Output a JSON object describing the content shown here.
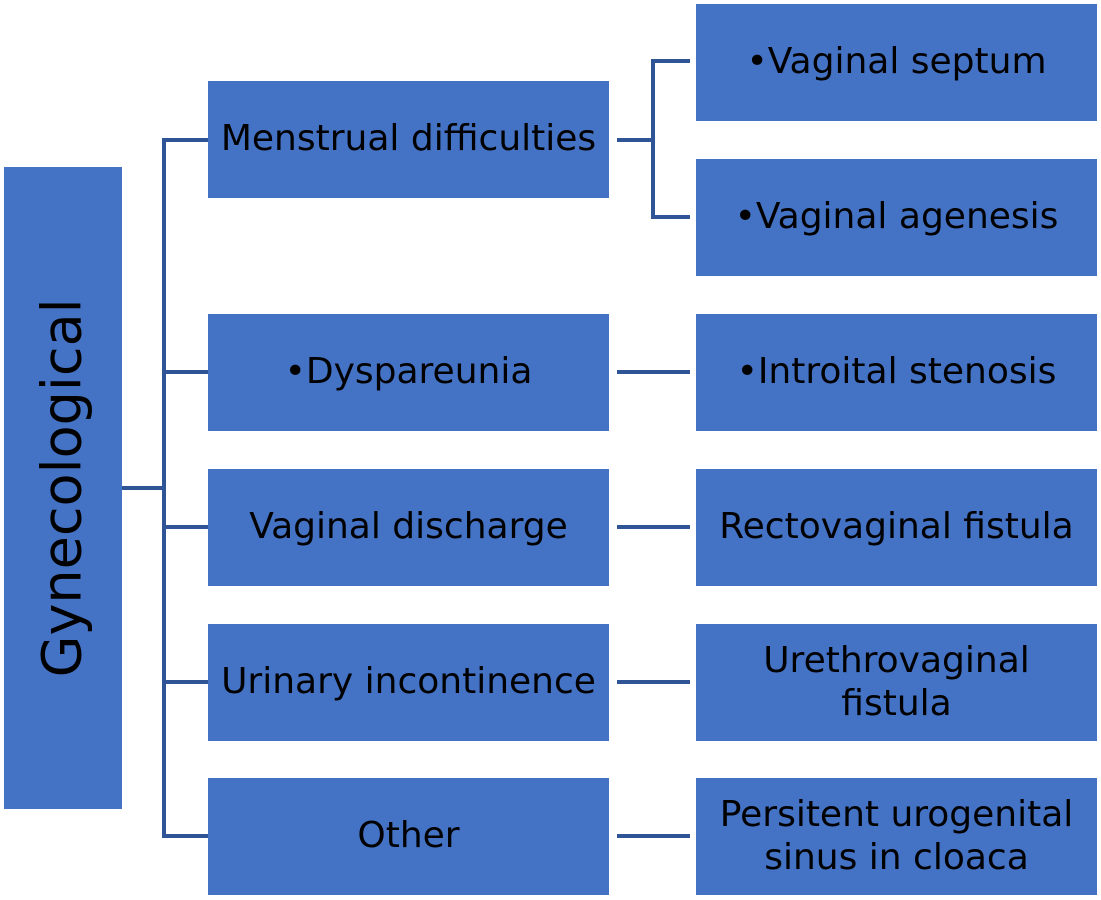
{
  "root": {
    "label": "Gynecological"
  },
  "categories": [
    {
      "label": "Menstrual difficulties",
      "children": [
        "•Vaginal septum",
        "•Vaginal agenesis"
      ]
    },
    {
      "label": "•Dyspareunia",
      "children": [
        "•Introital stenosis"
      ]
    },
    {
      "label": "Vaginal discharge",
      "children": [
        "Rectovaginal fistula"
      ]
    },
    {
      "label": "Urinary incontinence",
      "children": [
        "Urethrovaginal fistula"
      ]
    },
    {
      "label": "Other",
      "children": [
        "Persitent urogenital sinus in cloaca"
      ]
    }
  ],
  "colors": {
    "box": "#4472C4",
    "connector": "#2F5597",
    "text": "#000000"
  }
}
